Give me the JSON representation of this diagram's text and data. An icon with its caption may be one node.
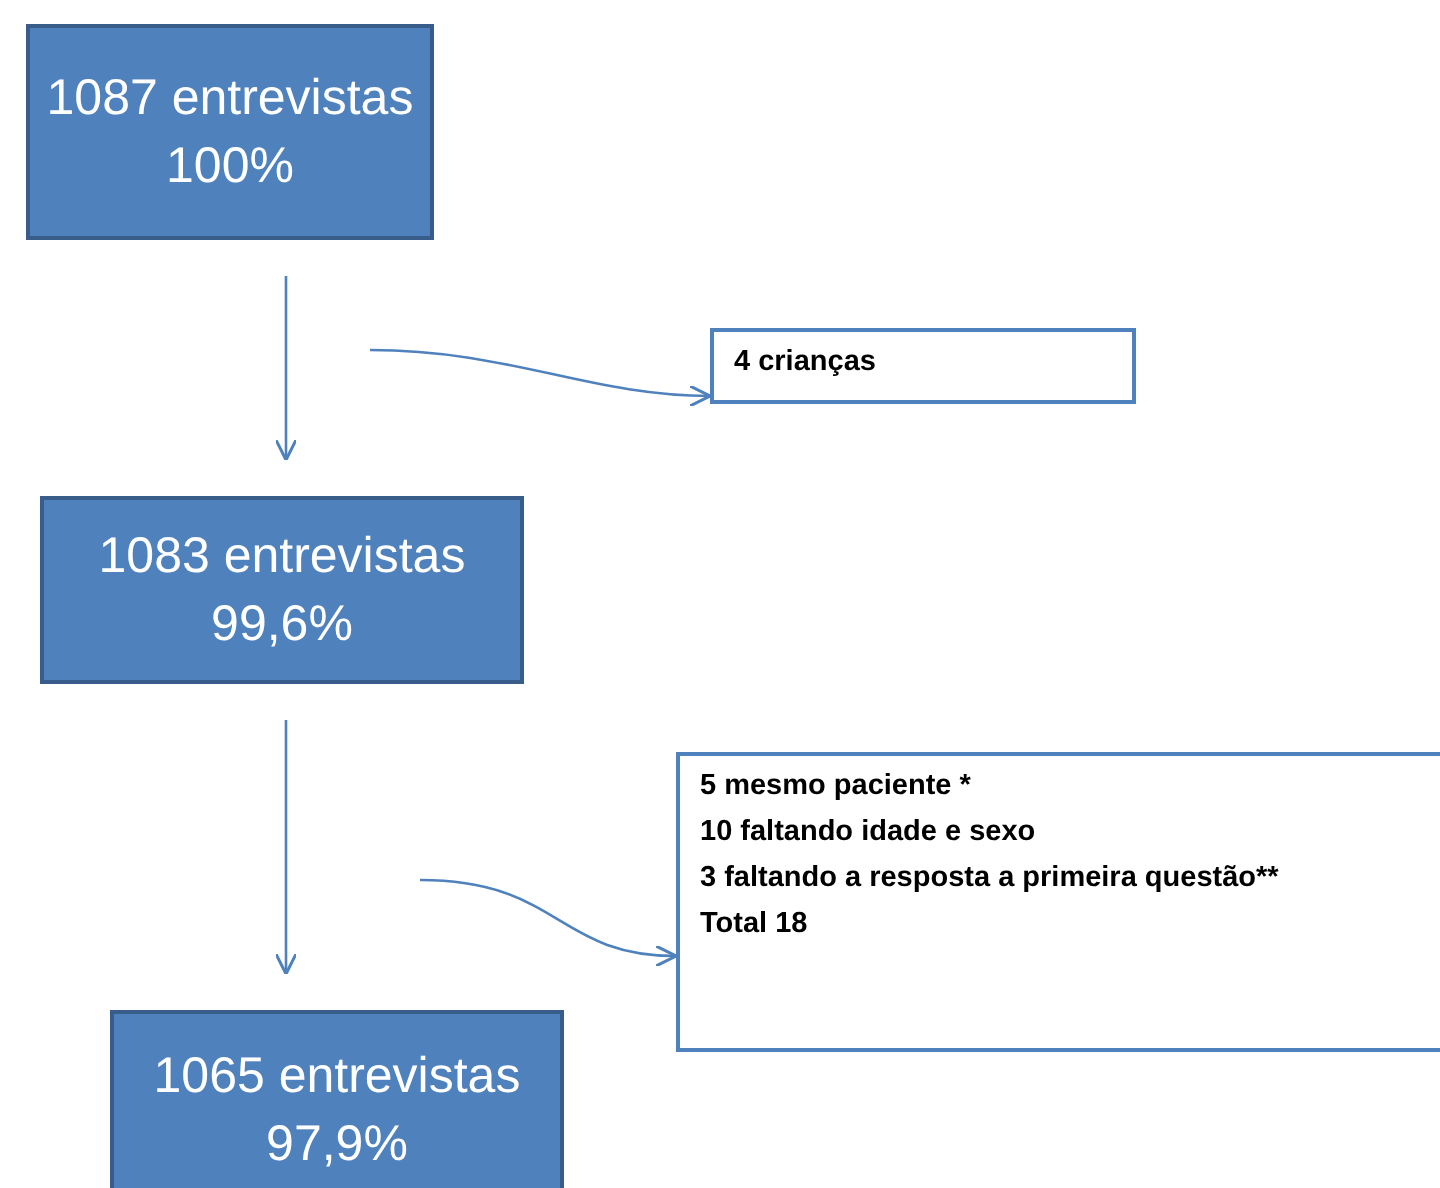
{
  "diagram": {
    "nodes": [
      {
        "text": [
          "1087 entrevistas",
          "100%"
        ]
      },
      {
        "text": [
          "4 crianças"
        ]
      },
      {
        "text": [
          "1083 entrevistas",
          "99,6%"
        ]
      },
      {
        "text": [
          "5 mesmo paciente *",
          "10 faltando idade e sexo",
          "3 faltando a resposta a primeira questão**",
          "Total 18"
        ]
      },
      {
        "text": [
          "1065 entrevistas",
          "97,9%"
        ]
      }
    ],
    "edges": [
      {
        "from": 0,
        "to": 2,
        "arrow": "to"
      },
      {
        "from": null,
        "to": 1,
        "arrow": "to"
      },
      {
        "from": 2,
        "to": 4,
        "arrow": "to"
      },
      {
        "from": null,
        "to": 3,
        "arrow": "to"
      }
    ]
  }
}
